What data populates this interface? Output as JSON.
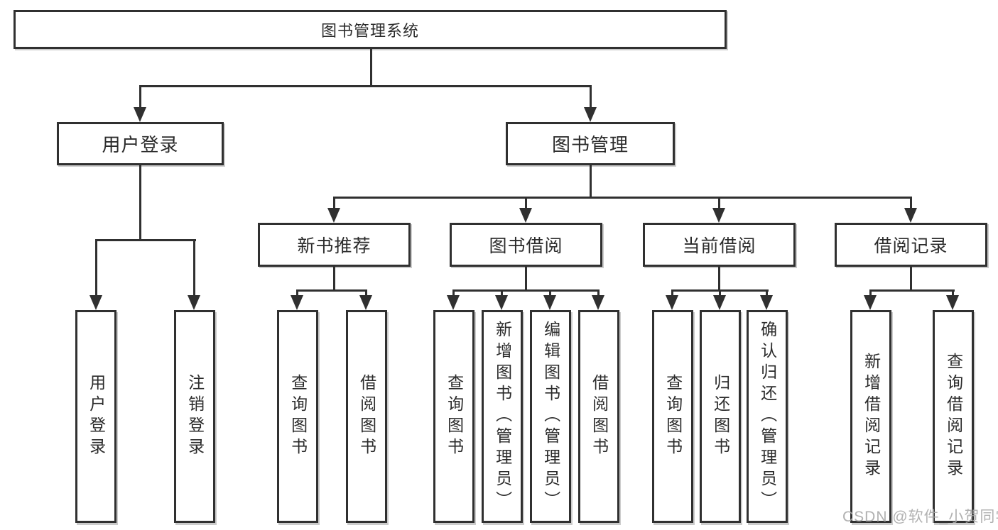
{
  "tree": {
    "root": {
      "label": "图书管理系统"
    },
    "branches": [
      {
        "label": "用户登录",
        "leaves": [
          {
            "label": "用户登录"
          },
          {
            "label": "注销登录"
          }
        ]
      },
      {
        "label": "图书管理",
        "groups": [
          {
            "label": "新书推荐",
            "leaves": [
              {
                "label": "查询图书"
              },
              {
                "label": "借阅图书"
              }
            ]
          },
          {
            "label": "图书借阅",
            "leaves": [
              {
                "label": "查询图书"
              },
              {
                "label": "新增图书（管理员）"
              },
              {
                "label": "编辑图书（管理员）"
              },
              {
                "label": "借阅图书"
              }
            ]
          },
          {
            "label": "当前借阅",
            "leaves": [
              {
                "label": "查询图书"
              },
              {
                "label": "归还图书"
              },
              {
                "label": "确认归还（管理员）"
              }
            ]
          },
          {
            "label": "借阅记录",
            "leaves": [
              {
                "label": "新增借阅记录"
              },
              {
                "label": "查询借阅记录"
              }
            ]
          }
        ]
      }
    ]
  },
  "watermark": {
    "text": "CSDN @软件_小贺同学"
  },
  "colors": {
    "line": "#303030",
    "text": "#2b2b2b",
    "box_background": "#ffffff",
    "watermark": "#a9a9a9"
  }
}
